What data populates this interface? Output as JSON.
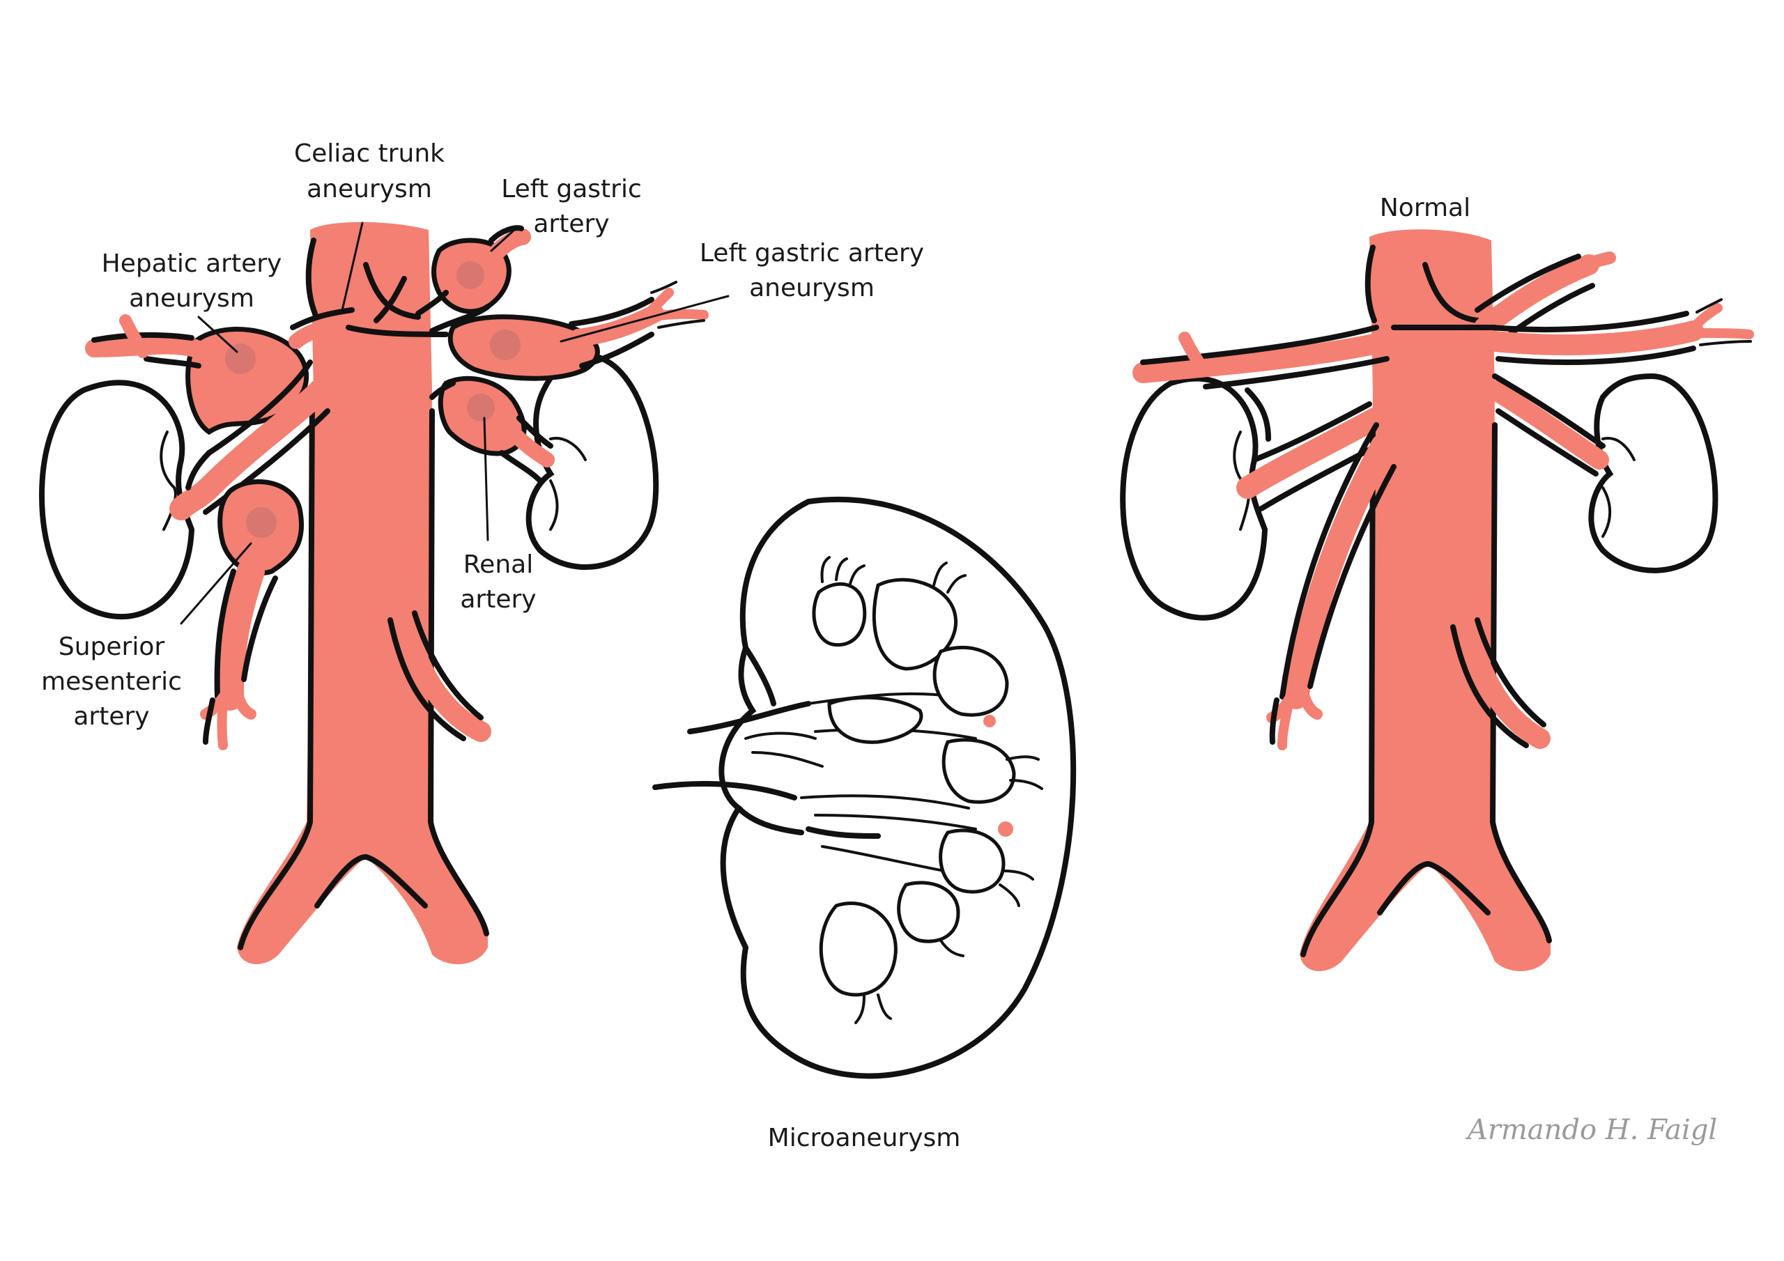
{
  "labels": {
    "celiac": [
      "Celiac trunk",
      "aneurysm"
    ],
    "left_gastric": [
      "Left gastric",
      "artery"
    ],
    "hepatic": [
      "Hepatic artery",
      "aneurysm"
    ],
    "left_gastric_aneurysm": [
      "Left gastric artery",
      "aneurysm"
    ],
    "renal": [
      "Renal",
      "artery"
    ],
    "sma": [
      "Superior",
      "mesenteric",
      "artery"
    ],
    "normal": "Normal",
    "micro": "Microaneurysm"
  },
  "signature": "Armando H. Faigl",
  "colors": {
    "artery": "#f38072",
    "outline": "#111111",
    "signature": "#9a9a9a"
  }
}
